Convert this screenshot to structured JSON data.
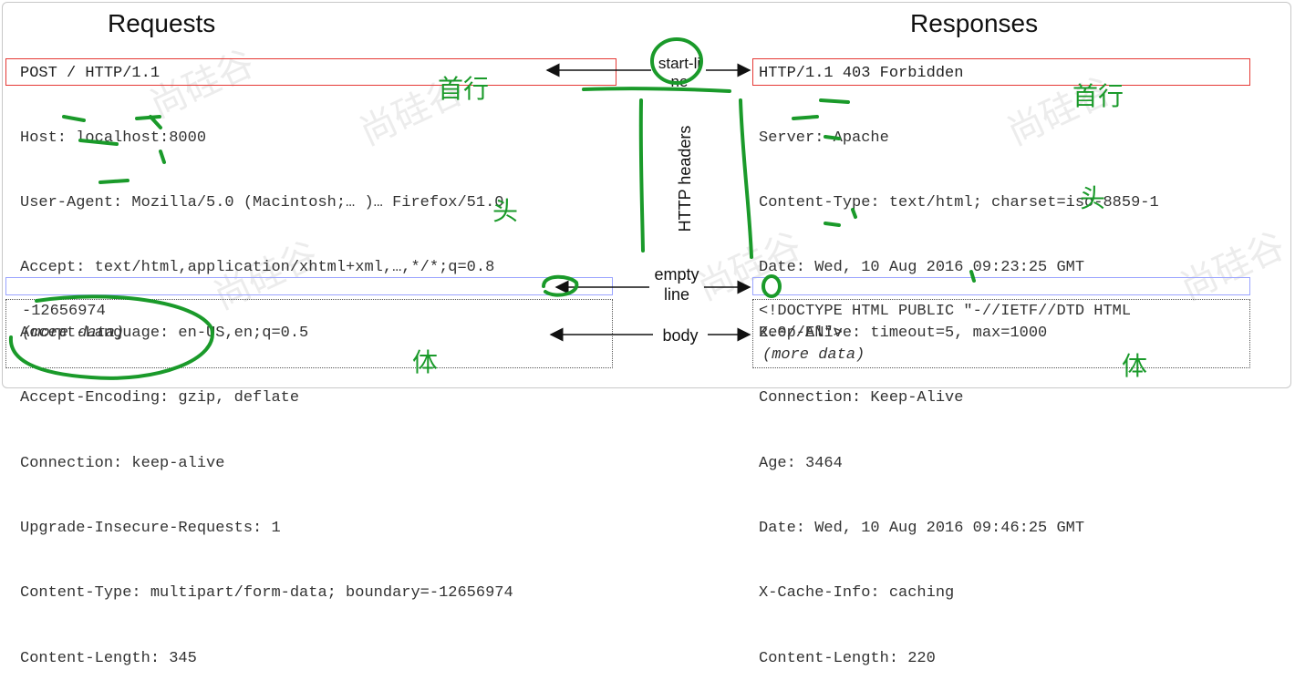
{
  "headings": {
    "requests": "Requests",
    "responses": "Responses"
  },
  "request": {
    "start_line": "POST / HTTP/1.1",
    "headers": [
      "Host: localhost:8000",
      "User-Agent: Mozilla/5.0 (Macintosh;… )… Firefox/51.0",
      "Accept: text/html,application/xhtml+xml,…,*/*;q=0.8",
      "Accept-Language: en-US,en;q=0.5",
      "Accept-Encoding: gzip, deflate",
      "Connection: keep-alive",
      "Upgrade-Insecure-Requests: 1",
      "Content-Type: multipart/form-data; boundary=-12656974",
      "Content-Length: 345"
    ],
    "body": [
      "-12656974",
      "(more data)"
    ]
  },
  "response": {
    "start_line": "HTTP/1.1 403 Forbidden",
    "headers": [
      "Server: Apache",
      "Content-Type: text/html; charset=iso-8859-1",
      "Date: Wed, 10 Aug 2016 09:23:25 GMT",
      "Keep-Alive: timeout=5, max=1000",
      "Connection: Keep-Alive",
      "Age: 3464",
      "Date: Wed, 10 Aug 2016 09:46:25 GMT",
      "X-Cache-Info: caching",
      "Content-Length: 220"
    ],
    "body": [
      "<!DOCTYPE HTML PUBLIC \"-//IETF//DTD HTML",
      "2.0//EN\">",
      "(more data)"
    ]
  },
  "labels": {
    "start_line": "start-line",
    "http_headers": "HTTP headers",
    "empty_line": "empty line",
    "body": "body"
  },
  "annotations": {
    "first_line_left": "首行",
    "first_line_right": "首行",
    "head_left": "头",
    "head_right": "头",
    "body_left": "体",
    "body_right": "体"
  },
  "watermark": "尚硅谷",
  "colors": {
    "start_line_box": "#e53935",
    "empty_line_box": "#9aa4ff",
    "annotation_green": "#1a9a2a"
  }
}
